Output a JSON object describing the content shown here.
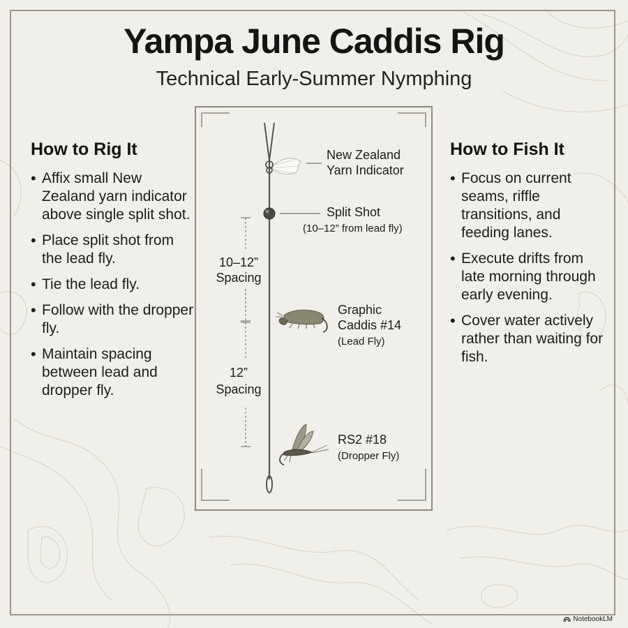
{
  "header": {
    "title": "Yampa June Caddis Rig",
    "subtitle": "Technical Early-Summer Nymphing"
  },
  "rig_section": {
    "heading": "How to Rig It",
    "items": [
      "Affix small New Zealand yarn indicator above single split shot.",
      "Place split shot from the lead fly.",
      "Tie the lead fly.",
      "Follow with the dropper fly.",
      "Maintain spacing between lead and dropper fly."
    ]
  },
  "fish_section": {
    "heading": "How to Fish It",
    "items": [
      "Focus on current seams, riffle transitions, and feeding lanes.",
      "Execute drifts from late morning through early evening.",
      "Cover water actively rather than waiting for fish."
    ]
  },
  "diagram": {
    "indicator": {
      "line1": "New Zealand",
      "line2": "Yarn Indicator"
    },
    "split_shot": {
      "line1": "Split Shot",
      "line2": "(10–12” from lead fly)"
    },
    "lead_fly": {
      "line1": "Graphic",
      "line2": "Caddis #14",
      "line3": "(Lead Fly)"
    },
    "dropper_fly": {
      "line1": "RS2 #18",
      "line2": "(Dropper Fly)"
    },
    "spacing_upper": {
      "line1": "10–12”",
      "line2": "Spacing"
    },
    "spacing_lower": {
      "line1": "12”",
      "line2": "Spacing"
    }
  },
  "branding": {
    "label": "NotebookLM"
  },
  "colors": {
    "background": "#f1efe9",
    "frame": "#9a968c",
    "text": "#1a1a1a",
    "caddis_body": "#8a8770",
    "rs2_wing": "#9c998a"
  }
}
